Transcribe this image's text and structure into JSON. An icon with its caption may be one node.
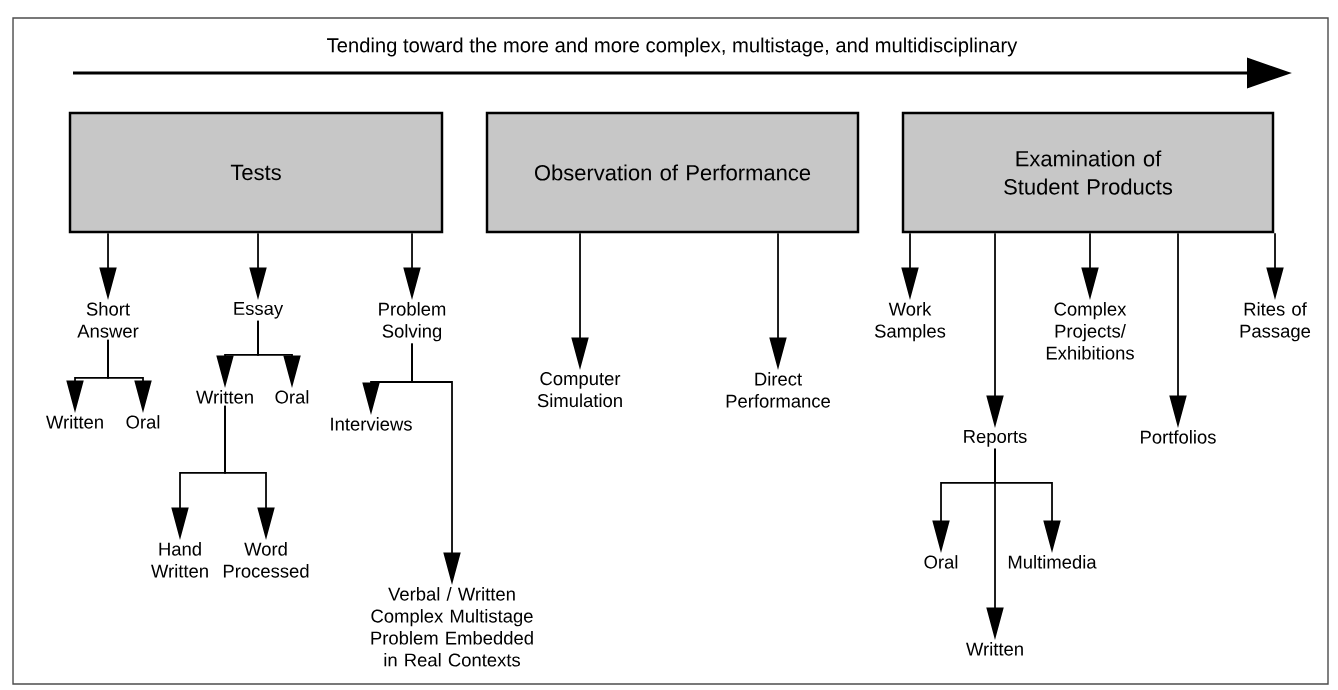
{
  "diagram": {
    "nodes": [
      {
        "text": [
          "Tests"
        ]
      },
      {
        "text": [
          "Observation of Performance"
        ]
      },
      {
        "text": [
          "Examination of Student Products"
        ]
      },
      {
        "text": [
          "Short Answer"
        ]
      },
      {
        "text": [
          "Essay"
        ]
      },
      {
        "text": [
          "Problem Solving"
        ]
      },
      {
        "text": [
          "Written"
        ]
      },
      {
        "text": [
          "Oral"
        ]
      },
      {
        "text": [
          "Written"
        ]
      },
      {
        "text": [
          "Oral"
        ]
      },
      {
        "text": [
          "Hand Written"
        ]
      },
      {
        "text": [
          "Word Processed"
        ]
      },
      {
        "text": [
          "Interviews"
        ]
      },
      {
        "text": [
          "Verbal / Written Complex Multistage Problem Embedded in Real Contexts"
        ]
      },
      {
        "text": [
          "Computer Simulation"
        ]
      },
      {
        "text": [
          "Direct Performance"
        ]
      },
      {
        "text": [
          "Work Samples"
        ]
      },
      {
        "text": [
          "Reports"
        ]
      },
      {
        "text": [
          "Complex Projects/ Exhibitions"
        ]
      },
      {
        "text": [
          "Portfolios"
        ]
      },
      {
        "text": [
          "Rites of Passage"
        ]
      },
      {
        "text": [
          "Oral"
        ]
      },
      {
        "text": [
          "Written"
        ]
      },
      {
        "text": [
          "Multimedia"
        ]
      }
    ],
    "edges": [
      {
        "from": 0,
        "to": 3,
        "arrow": "to"
      },
      {
        "from": 0,
        "to": 4,
        "arrow": "to"
      },
      {
        "from": 0,
        "to": 5,
        "arrow": "to"
      },
      {
        "from": 3,
        "to": 6,
        "arrow": "to"
      },
      {
        "from": 3,
        "to": 7,
        "arrow": "to"
      },
      {
        "from": 4,
        "to": 8,
        "arrow": "to"
      },
      {
        "from": 4,
        "to": 9,
        "arrow": "to"
      },
      {
        "from": 8,
        "to": 10,
        "arrow": "to"
      },
      {
        "from": 8,
        "to": 11,
        "arrow": "to"
      },
      {
        "from": 5,
        "to": 12,
        "arrow": "to"
      },
      {
        "from": 5,
        "to": 13,
        "arrow": "to"
      },
      {
        "from": 1,
        "to": 14,
        "arrow": "to"
      },
      {
        "from": 1,
        "to": 15,
        "arrow": "to"
      },
      {
        "from": 2,
        "to": 16,
        "arrow": "to"
      },
      {
        "from": 2,
        "to": 17,
        "arrow": "to"
      },
      {
        "from": 2,
        "to": 18,
        "arrow": "to"
      },
      {
        "from": 2,
        "to": 19,
        "arrow": "to"
      },
      {
        "from": 2,
        "to": 20,
        "arrow": "to"
      },
      {
        "from": 17,
        "to": 21,
        "arrow": "to"
      },
      {
        "from": 17,
        "to": 22,
        "arrow": "to"
      },
      {
        "from": 17,
        "to": 23,
        "arrow": "to"
      }
    ],
    "labels": [
      "Tending toward the more and more complex, multistage, and multidisciplinary"
    ]
  }
}
